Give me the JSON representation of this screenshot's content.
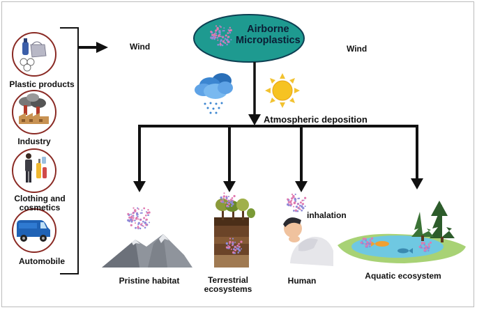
{
  "title": {
    "line1": "Airborne",
    "line2": "Microplastics"
  },
  "wind_left": "Wind",
  "wind_right": "Wind",
  "deposition_label": "Atmospheric deposition",
  "sources": [
    {
      "label": "Plastic products",
      "icon": "plastic-products-icon"
    },
    {
      "label": "Industry",
      "icon": "factory-icon"
    },
    {
      "label1": "Clothing and",
      "label2": "cosmetics",
      "icon": "clothing-cosmetics-icon"
    },
    {
      "label": "Automobile",
      "icon": "van-icon"
    }
  ],
  "destinations": [
    {
      "label": "Pristine habitat",
      "icon": "mountain-icon"
    },
    {
      "label1": "Terrestrial",
      "label2": "ecosystems",
      "icon": "soil-trees-icon"
    },
    {
      "label": "Human",
      "icon": "person-icon"
    },
    {
      "label": "Aquatic ecosystem",
      "icon": "pond-icon"
    }
  ],
  "inhalation_label": "inhalation",
  "colors": {
    "ellipse_fill": "#1e9a90",
    "ellipse_stroke": "#0d3f52",
    "arrow": "#111111",
    "circle_stroke": "#8a2a24",
    "particles_pink": "#e07ab0",
    "particles_blue": "#8e8ad8"
  }
}
